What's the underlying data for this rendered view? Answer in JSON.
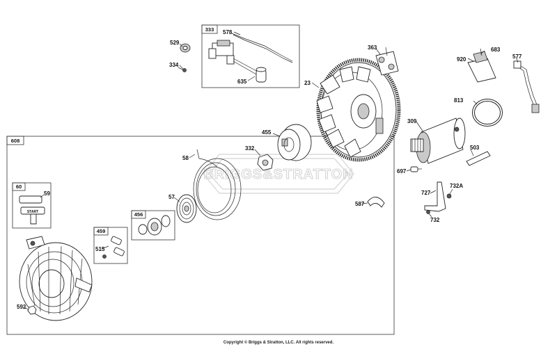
{
  "watermark": "BRIGGS&STRATTON",
  "copyright": "Copyright © Briggs & Stratton, LLC. All rights reserved.",
  "start_text": "START",
  "groups": [
    {
      "id": "333",
      "label": "333"
    },
    {
      "id": "608",
      "label": "608"
    },
    {
      "id": "60",
      "label": "60"
    },
    {
      "id": "456",
      "label": "456"
    },
    {
      "id": "459",
      "label": "459"
    }
  ],
  "callouts": [
    {
      "id": "529",
      "text": "529"
    },
    {
      "id": "334",
      "text": "334"
    },
    {
      "id": "578",
      "text": "578"
    },
    {
      "id": "635",
      "text": "635"
    },
    {
      "id": "363",
      "text": "363"
    },
    {
      "id": "23",
      "text": "23"
    },
    {
      "id": "920",
      "text": "920"
    },
    {
      "id": "683",
      "text": "683"
    },
    {
      "id": "577",
      "text": "577"
    },
    {
      "id": "813",
      "text": "813"
    },
    {
      "id": "455",
      "text": "455"
    },
    {
      "id": "332",
      "text": "332"
    },
    {
      "id": "309",
      "text": "309"
    },
    {
      "id": "503",
      "text": "503"
    },
    {
      "id": "697",
      "text": "697"
    },
    {
      "id": "58",
      "text": "58"
    },
    {
      "id": "59",
      "text": "59"
    },
    {
      "id": "57",
      "text": "57"
    },
    {
      "id": "727",
      "text": "727"
    },
    {
      "id": "732A",
      "text": "732A"
    },
    {
      "id": "587",
      "text": "587"
    },
    {
      "id": "732",
      "text": "732"
    },
    {
      "id": "515",
      "text": "515"
    },
    {
      "id": "592",
      "text": "592"
    }
  ]
}
